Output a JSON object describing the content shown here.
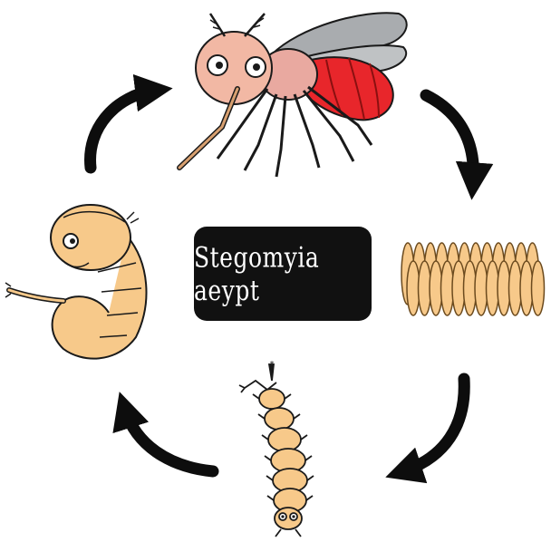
{
  "center_label": "Stegomyia aeypt",
  "stages": [
    {
      "id": "adult-mosquito",
      "icon": "mosquito-icon"
    },
    {
      "id": "eggs",
      "icon": "egg-cluster-icon"
    },
    {
      "id": "larva",
      "icon": "larva-icon"
    },
    {
      "id": "pupa",
      "icon": "pupa-icon"
    }
  ],
  "colors": {
    "background": "#ffffff",
    "label_bg": "#111111",
    "label_text": "#ffffff",
    "mosquito_head": "#f2b8a4",
    "mosquito_abdomen": "#e8262b",
    "mosquito_thorax": "#e9a9a0",
    "wing": "#a9acaf",
    "larva_body": "#f7c98a",
    "outline": "#1a1a1a",
    "arrow": "#0d0d0d"
  }
}
